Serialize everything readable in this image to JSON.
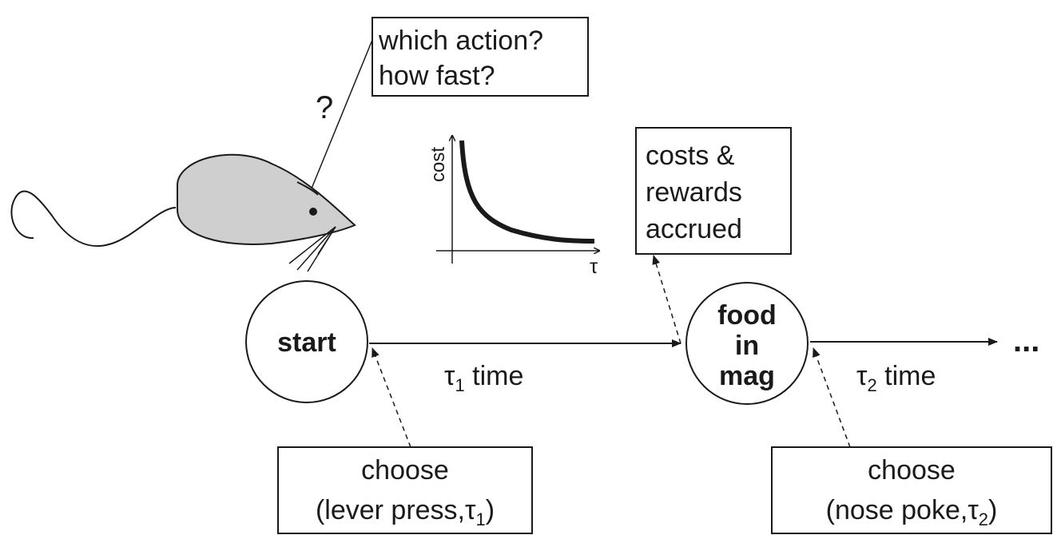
{
  "speech_box": {
    "line1": "which action?",
    "line2": "how fast?"
  },
  "question_mark": "?",
  "cost_plot": {
    "ylabel": "cost",
    "xlabel": "τ"
  },
  "outcome_box": {
    "line1": "costs &",
    "line2": "rewards",
    "line3": "accrued"
  },
  "states": {
    "start": {
      "label": "start"
    },
    "food": {
      "line1": "food",
      "line2": "in",
      "line3": "mag"
    }
  },
  "transitions": {
    "first": {
      "tau": "τ",
      "sub": "1",
      "word": " time"
    },
    "second": {
      "tau": "τ",
      "sub": "2",
      "word": " time"
    }
  },
  "ellipsis": "...",
  "choice1": {
    "line1": "choose",
    "prefix": "(lever press,",
    "tau": "τ",
    "sub": "1",
    "suffix": ")"
  },
  "choice2": {
    "line1": "choose",
    "prefix": "(nose poke,",
    "tau": "τ",
    "sub": "2",
    "suffix": ")"
  },
  "colors": {
    "rat_body": "#cfcfcf",
    "ink": "#1a1a1a"
  }
}
